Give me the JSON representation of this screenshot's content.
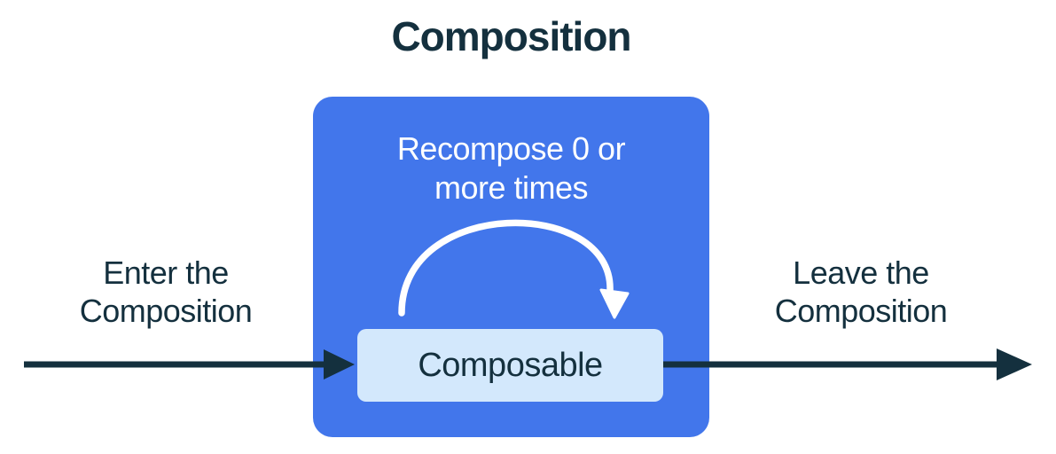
{
  "title": "Composition",
  "composition_box": {
    "recompose_label": "Recompose 0 or\nmore times",
    "composable_label": "Composable"
  },
  "flow": {
    "enter_label": "Enter the\nComposition",
    "leave_label": "Leave the\nComposition"
  },
  "icons": {
    "enter_arrow": "right-arrow",
    "leave_arrow": "right-arrow",
    "recompose_arrow": "arc-loop-arrow-down"
  },
  "colors": {
    "background": "#FFFFFF",
    "box_blue": "#4276EB",
    "composable_fill": "#D3E8FC",
    "text_dark": "#14303E",
    "arc_white": "#FFFFFF"
  }
}
